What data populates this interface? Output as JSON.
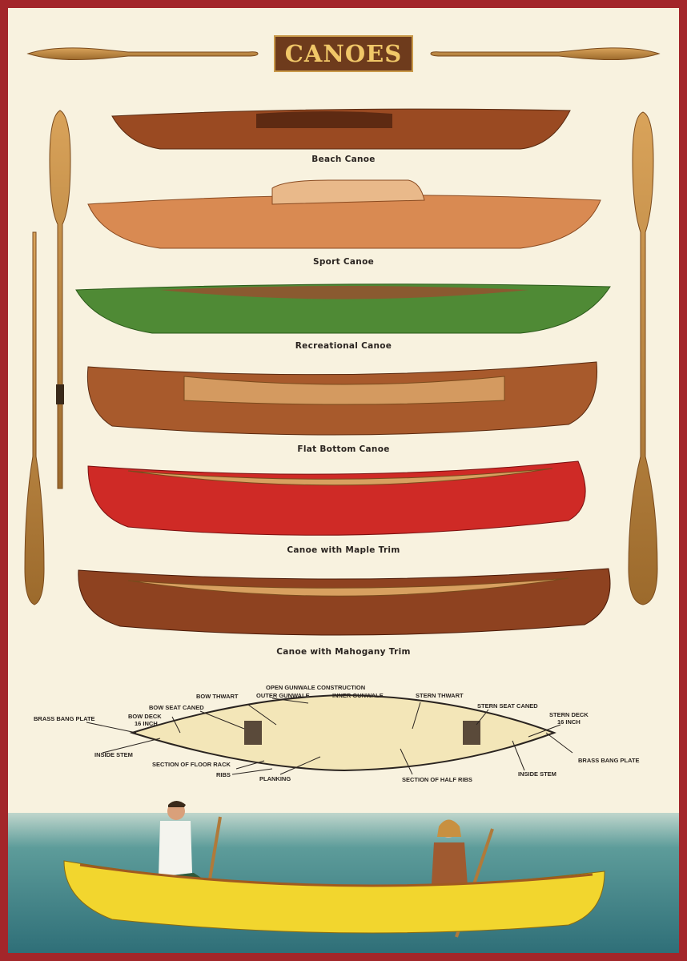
{
  "title": "CANOES",
  "canoes": [
    {
      "name": "Beach Canoe",
      "color": "#9a4a22"
    },
    {
      "name": "Sport Canoe",
      "color": "#d98a52"
    },
    {
      "name": "Recreational Canoe",
      "color": "#4f8a35"
    },
    {
      "name": "Flat Bottom Canoe",
      "color": "#a85a2c"
    },
    {
      "name": "Canoe with Maple Trim",
      "color": "#cf2a26"
    },
    {
      "name": "Canoe with Mahogany Trim",
      "color": "#8e4220"
    }
  ],
  "diagram": {
    "labels": {
      "open_gunwale": "OPEN GUNWALE CONSTRUCTION",
      "outer_gunwale": "OUTER GUNWALE",
      "inner_gunwale": "INNER GUNWALE",
      "bow_thwart": "BOW THWART",
      "bow_seat": "BOW SEAT CANED",
      "brass_left": "BRASS BANG PLATE",
      "bow_deck": "BOW DECK",
      "bow_deck_size": "16 INCH",
      "inside_stem_left": "INSIDE STEM",
      "floor_rack": "SECTION OF FLOOR RACK",
      "ribs": "RIBS",
      "planking": "PLANKING",
      "stern_thwart": "STERN THWART",
      "stern_seat": "STERN SEAT CANED",
      "stern_deck": "STERN DECK",
      "stern_deck_size": "16 INCH",
      "brass_right": "BRASS BANG PLATE",
      "inside_stem_right": "INSIDE STEM",
      "half_ribs": "SECTION OF HALF RIBS"
    }
  },
  "colors": {
    "border": "#a3262a",
    "background": "#f8f2df",
    "title_bg": "#6e3b1c",
    "title_text": "#f0c768",
    "water": "#3f8a8c",
    "yellow_canoe": "#f2d62e"
  }
}
